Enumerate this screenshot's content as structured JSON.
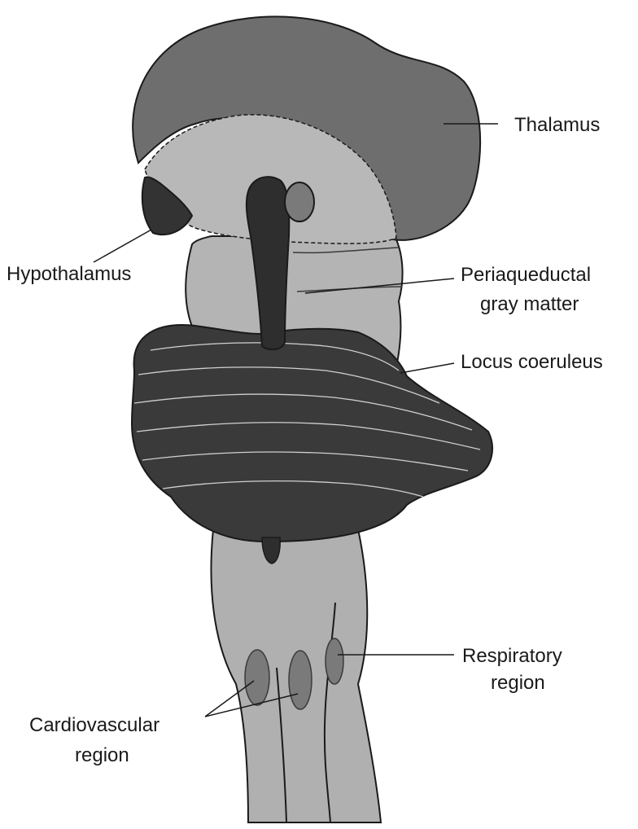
{
  "labels": {
    "thalamus": "Thalamus",
    "hypothalamus": "Hypothalamus",
    "periaqueductal_line1": "Periaqueductal",
    "periaqueductal_line2": "gray matter",
    "locus_coeruleus": "Locus coeruleus",
    "respiratory_line1": "Respiratory",
    "respiratory_line2": "region",
    "cardiovascular_line1": "Cardiovascular",
    "cardiovascular_line2": "region"
  },
  "colors": {
    "thalamus": "#6e6e6e",
    "midbrain": "#b4b4b4",
    "pons": "#3a3a3a",
    "medulla": "#b0b0b0",
    "hypothalamus": "#333333",
    "periaqueductal": "#2e2e2e",
    "outline": "#1a1a1a"
  }
}
